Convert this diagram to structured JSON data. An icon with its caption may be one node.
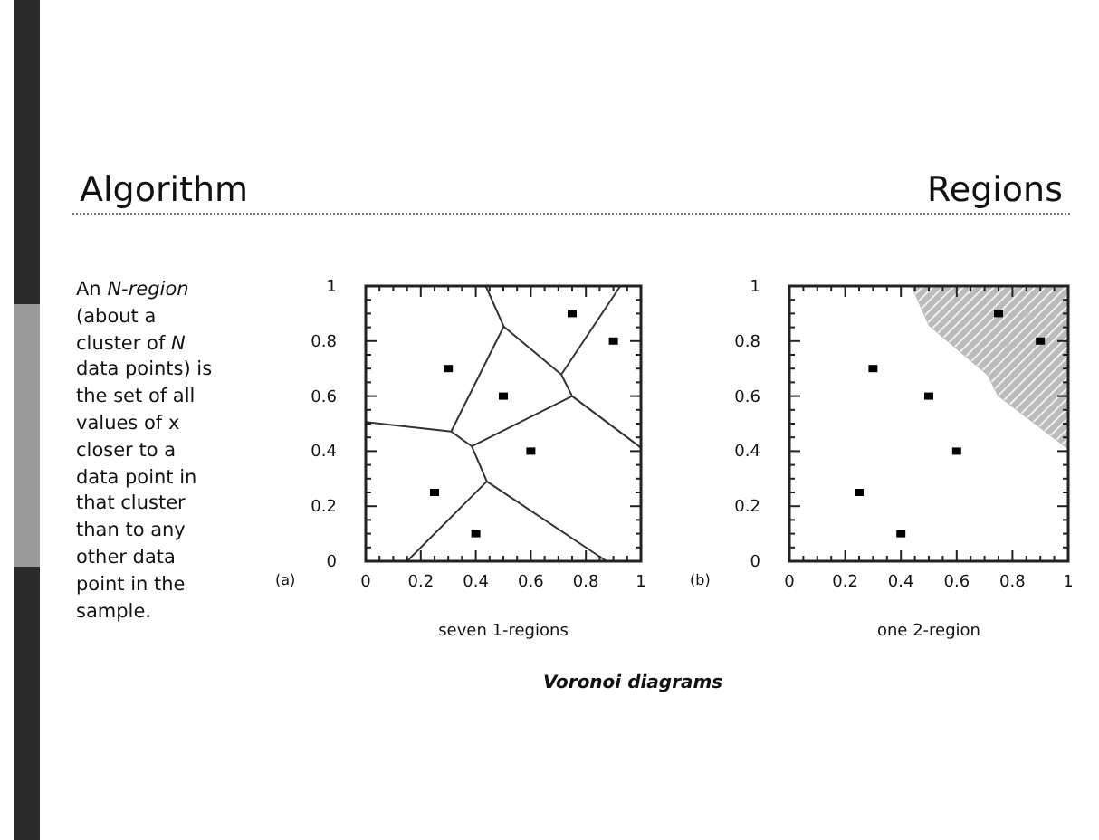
{
  "diagram": {
    "title": "Algorithm",
    "caption": "Voronoi diagrams",
    "labels": [
      "Regions",
      "An *N-region* (about a cluster of *N* data points) is the set of all values of x closer to a data point in that cluster than to any other data point in the sample.",
      "(a)",
      "(b)"
    ],
    "chart_data": [
      {
        "type": "scatter",
        "xlabel": "seven 1-regions",
        "xlim": [
          0,
          1
        ],
        "ylim": [
          0,
          1
        ],
        "xticks": [
          0,
          0.2,
          0.4,
          0.6,
          0.8,
          1
        ],
        "yticks": [
          0,
          0.2,
          0.4,
          0.6,
          0.8,
          1
        ],
        "x": [
          0.25,
          0.4,
          0.3,
          0.5,
          0.6,
          0.75,
          0.9
        ],
        "series": [
          {
            "color": "#000000",
            "values": [
              0.25,
              0.1,
              0.7,
              0.6,
              0.4,
              0.9,
              0.8
            ]
          }
        ]
      },
      {
        "type": "scatter",
        "xlabel": "one 2-region",
        "xlim": [
          0,
          1
        ],
        "ylim": [
          0,
          1
        ],
        "xticks": [
          0,
          0.2,
          0.4,
          0.6,
          0.8,
          1
        ],
        "yticks": [
          0,
          0.2,
          0.4,
          0.6,
          0.8,
          1
        ],
        "x": [
          0.25,
          0.4,
          0.3,
          0.5,
          0.6,
          0.75,
          0.9
        ],
        "series": [
          {
            "color": "#000000",
            "values": [
              0.25,
              0.1,
              0.7,
              0.6,
              0.4,
              0.9,
              0.8
            ]
          }
        ]
      }
    ]
  }
}
